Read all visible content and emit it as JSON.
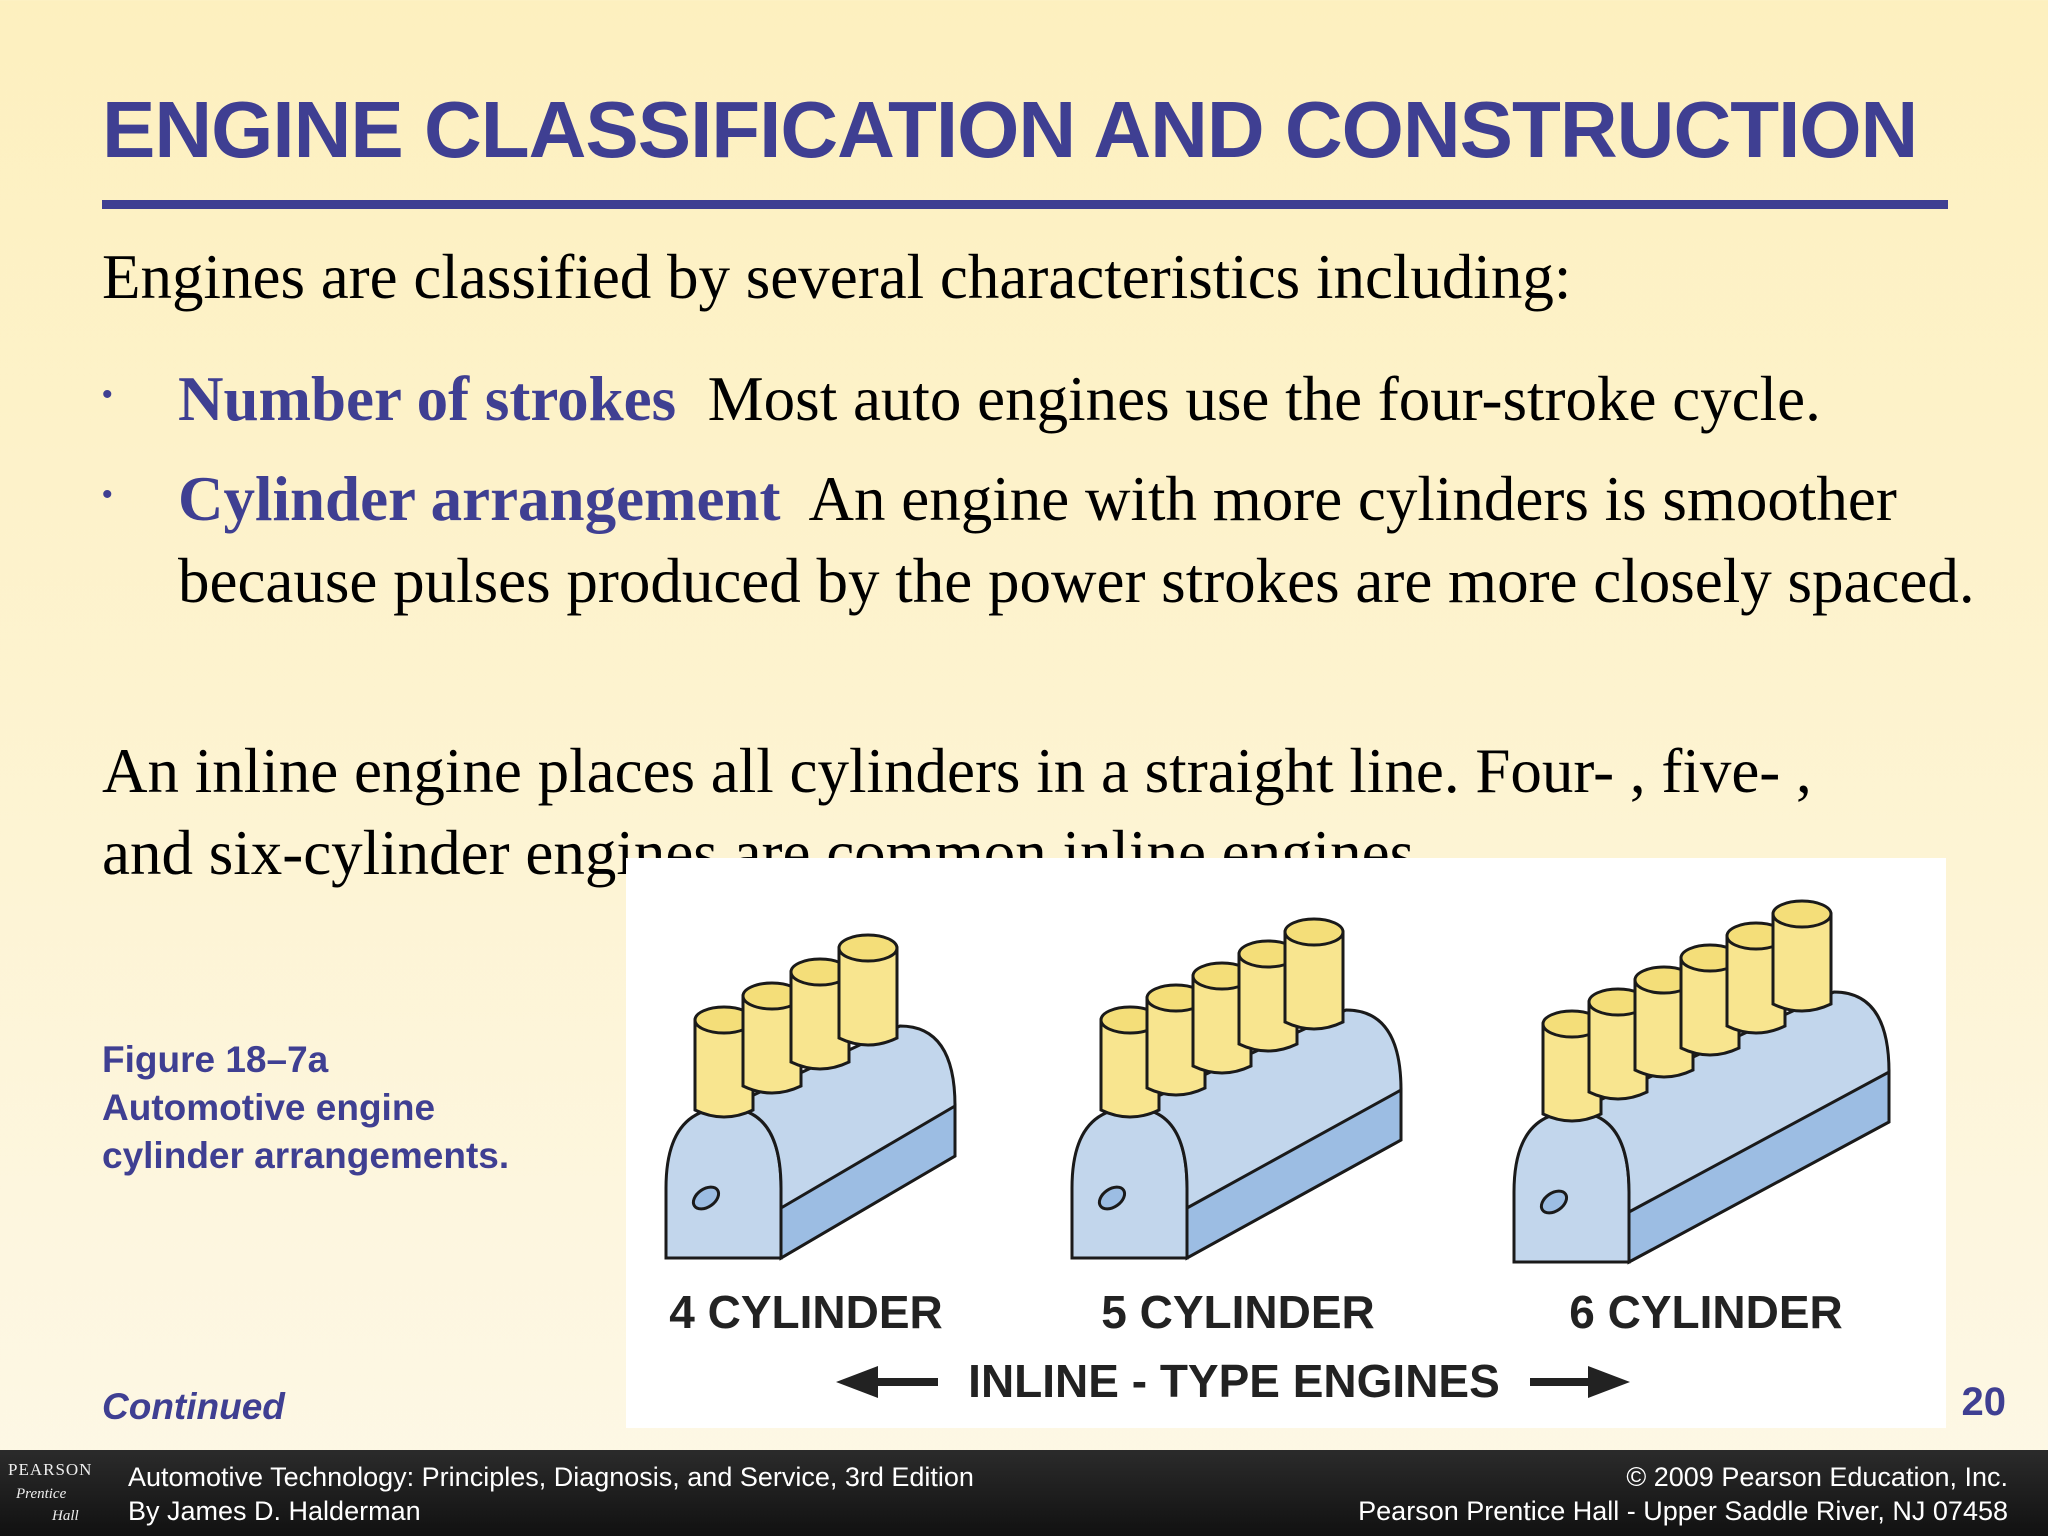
{
  "slide": {
    "title": "ENGINE CLASSIFICATION AND CONSTRUCTION",
    "intro": "Engines are classified by several characteristics including:",
    "bullets": [
      {
        "term": "Number of strokes",
        "text": "Most auto engines use the four-stroke cycle."
      },
      {
        "term": "Cylinder arrangement",
        "text": "An engine with more cylinders is smoother because pulses produced by the power strokes are more closely spaced."
      }
    ],
    "inline_para_line1": "An inline engine places all cylinders in a straight line. Four- , five- ,",
    "inline_para_line2": "and six-cylinder engines are common inline engines.",
    "figure": {
      "labels": [
        "4 CYLINDER",
        "5 CYLINDER",
        "6 CYLINDER"
      ],
      "banner": "INLINE - TYPE ENGINES",
      "caption_line1": "Figure 18–7a",
      "caption_line2": "Automotive engine",
      "caption_line3": "cylinder arrangements.",
      "colors": {
        "block_light": "#c2d6ec",
        "block_dark": "#9cbde3",
        "cylinder_top": "#f4de79",
        "cylinder_body": "#f8e58f"
      }
    },
    "continued": "Continued",
    "page_number": "20"
  },
  "footer": {
    "logo_line1": "PEARSON",
    "logo_line2": "Prentice",
    "logo_line3": "Hall",
    "left_line1": "Automotive Technology: Principles, Diagnosis, and Service, 3rd Edition",
    "left_line2": "By James D. Halderman",
    "right_line1": "© 2009 Pearson Education, Inc.",
    "right_line2": "Pearson Prentice Hall - Upper Saddle River, NJ 07458"
  },
  "theme": {
    "accent": "#3f3f92"
  }
}
